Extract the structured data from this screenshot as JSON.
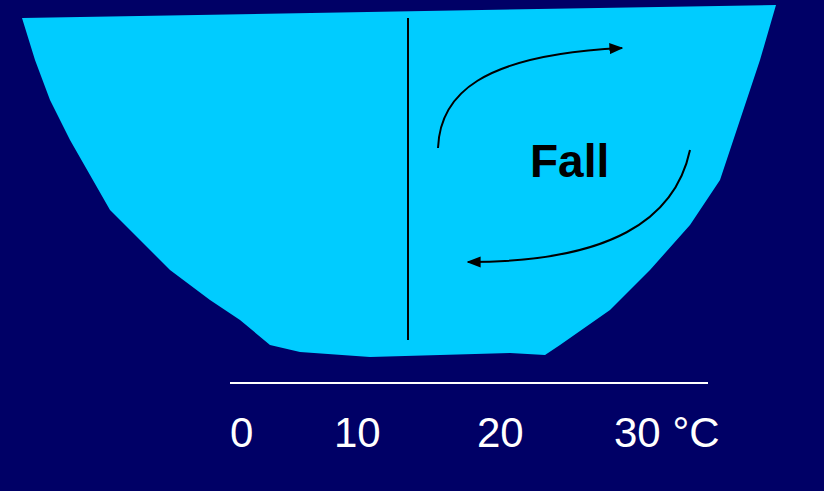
{
  "diagram": {
    "nodes": [
      {
        "text": [
          "Fall"
        ]
      }
    ],
    "labels": [
      "0",
      "10",
      "20",
      "30 °C"
    ]
  }
}
